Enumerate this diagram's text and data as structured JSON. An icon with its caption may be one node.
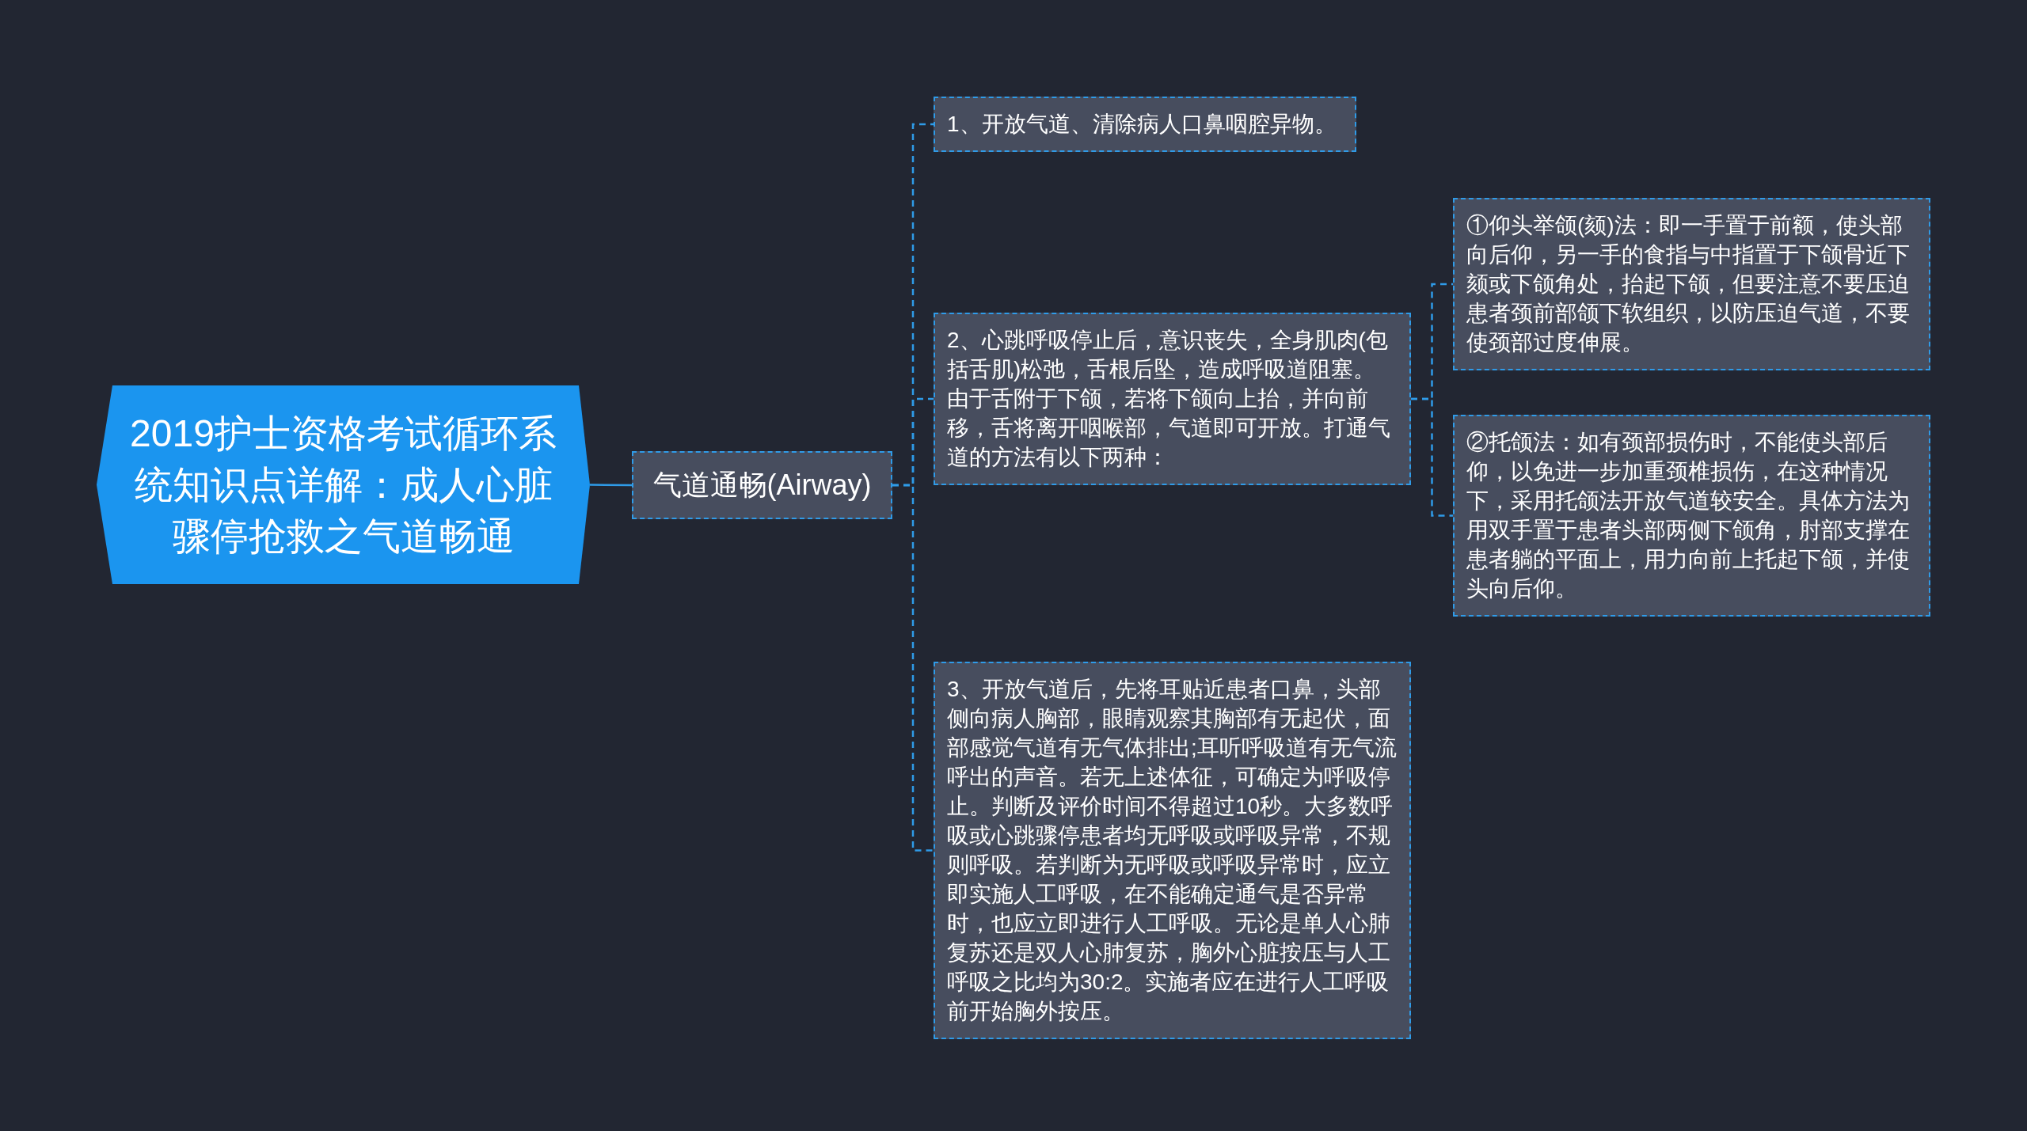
{
  "diagram": {
    "nodes": [
      {
        "text": [
          "2019护士资格考试循环系统知识点详解：成人心脏骤停抢救之气道畅通"
        ]
      },
      {
        "text": [
          "气道通畅(Airway)"
        ]
      },
      {
        "text": [
          "1、开放气道、清除病人口鼻咽腔异物。"
        ]
      },
      {
        "text": [
          "2、心跳呼吸停止后，意识丧失，全身肌肉(包括舌肌)松弛，舌根后坠，造成呼吸道阻塞。由于舌附于下颌，若将下颌向上抬，并向前移，舌将离开咽喉部，气道即可开放。打通气道的方法有以下两种："
        ]
      },
      {
        "text": [
          "①仰头举颌(颏)法：即一手置于前额，使头部向后仰，另一手的食指与中指置于下颌骨近下颏或下颌角处，抬起下颌，但要注意不要压迫患者颈前部颌下软组织，以防压迫气道，不要使颈部过度伸展。"
        ]
      },
      {
        "text": [
          "②托颌法：如有颈部损伤时，不能使头部后仰，以免进一步加重颈椎损伤，在这种情况下，采用托颌法开放气道较安全。具体方法为用双手置于患者头部两侧下颌角，肘部支撑在患者躺的平面上，用力向前上托起下颌，并使头向后仰。"
        ]
      },
      {
        "text": [
          "3、开放气道后，先将耳贴近患者口鼻，头部侧向病人胸部，眼睛观察其胸部有无起伏，面部感觉气道有无气体排出;耳听呼吸道有无气流呼出的声音。若无上述体征，可确定为呼吸停止。判断及评价时间不得超过10秒。大多数呼吸或心跳骤停患者均无呼吸或呼吸异常，不规则呼吸。若判断为无呼吸或呼吸异常时，应立即实施人工呼吸，在不能确定通气是否异常时，也应立即进行人工呼吸。无论是单人心肺复苏还是双人心肺复苏，胸外心脏按压与人工呼吸之比均为30:2。实施者应在进行人工呼吸前开始胸外按压。"
        ]
      }
    ],
    "edges": [
      {
        "from": 0,
        "to": 1,
        "arrow": "none"
      },
      {
        "from": 1,
        "to": 2,
        "arrow": "none",
        "style": "dashed"
      },
      {
        "from": 1,
        "to": 3,
        "arrow": "none",
        "style": "dashed"
      },
      {
        "from": 1,
        "to": 6,
        "arrow": "none",
        "style": "dashed"
      },
      {
        "from": 3,
        "to": 4,
        "arrow": "none",
        "style": "dashed"
      },
      {
        "from": 3,
        "to": 5,
        "arrow": "none",
        "style": "dashed"
      }
    ]
  }
}
